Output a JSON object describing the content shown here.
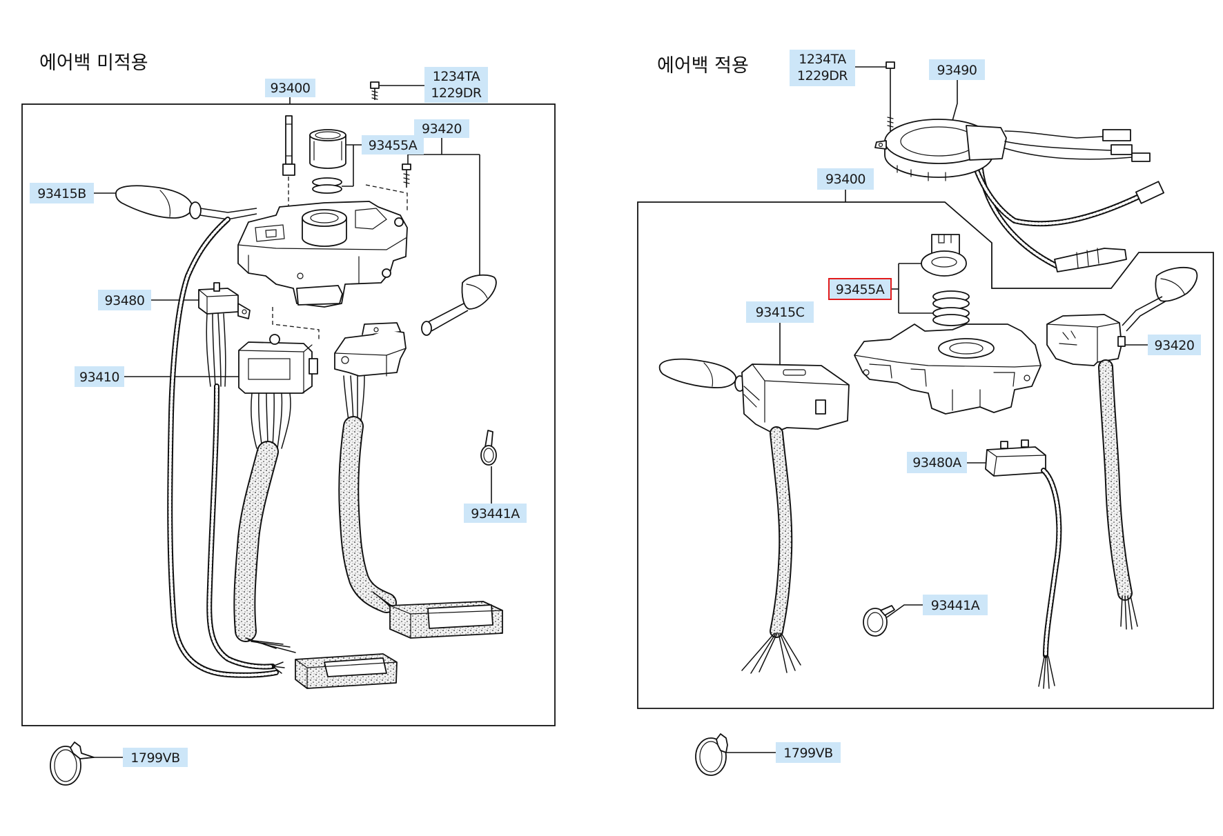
{
  "left_panel": {
    "title": "에어백 미적용",
    "parts": {
      "p93400": "93400",
      "p1234TA": "1234TA",
      "p1229DR": "1229DR",
      "p93420": "93420",
      "p93455A": "93455A",
      "p93415B": "93415B",
      "p93480": "93480",
      "p93410": "93410",
      "p93441A": "93441A",
      "p1799VB": "1799VB"
    }
  },
  "right_panel": {
    "title": "에어백 적용",
    "parts": {
      "p1234TA": "1234TA",
      "p1229DR": "1229DR",
      "p93490": "93490",
      "p93400": "93400",
      "p93455A": "93455A",
      "p93415C": "93415C",
      "p93420": "93420",
      "p93480A": "93480A",
      "p93441A": "93441A",
      "p1799VB": "1799VB"
    }
  },
  "colors": {
    "label_background": "#cde6f8",
    "highlight_border": "#e31b1b",
    "line_art": "#111111",
    "background": "#ffffff"
  }
}
